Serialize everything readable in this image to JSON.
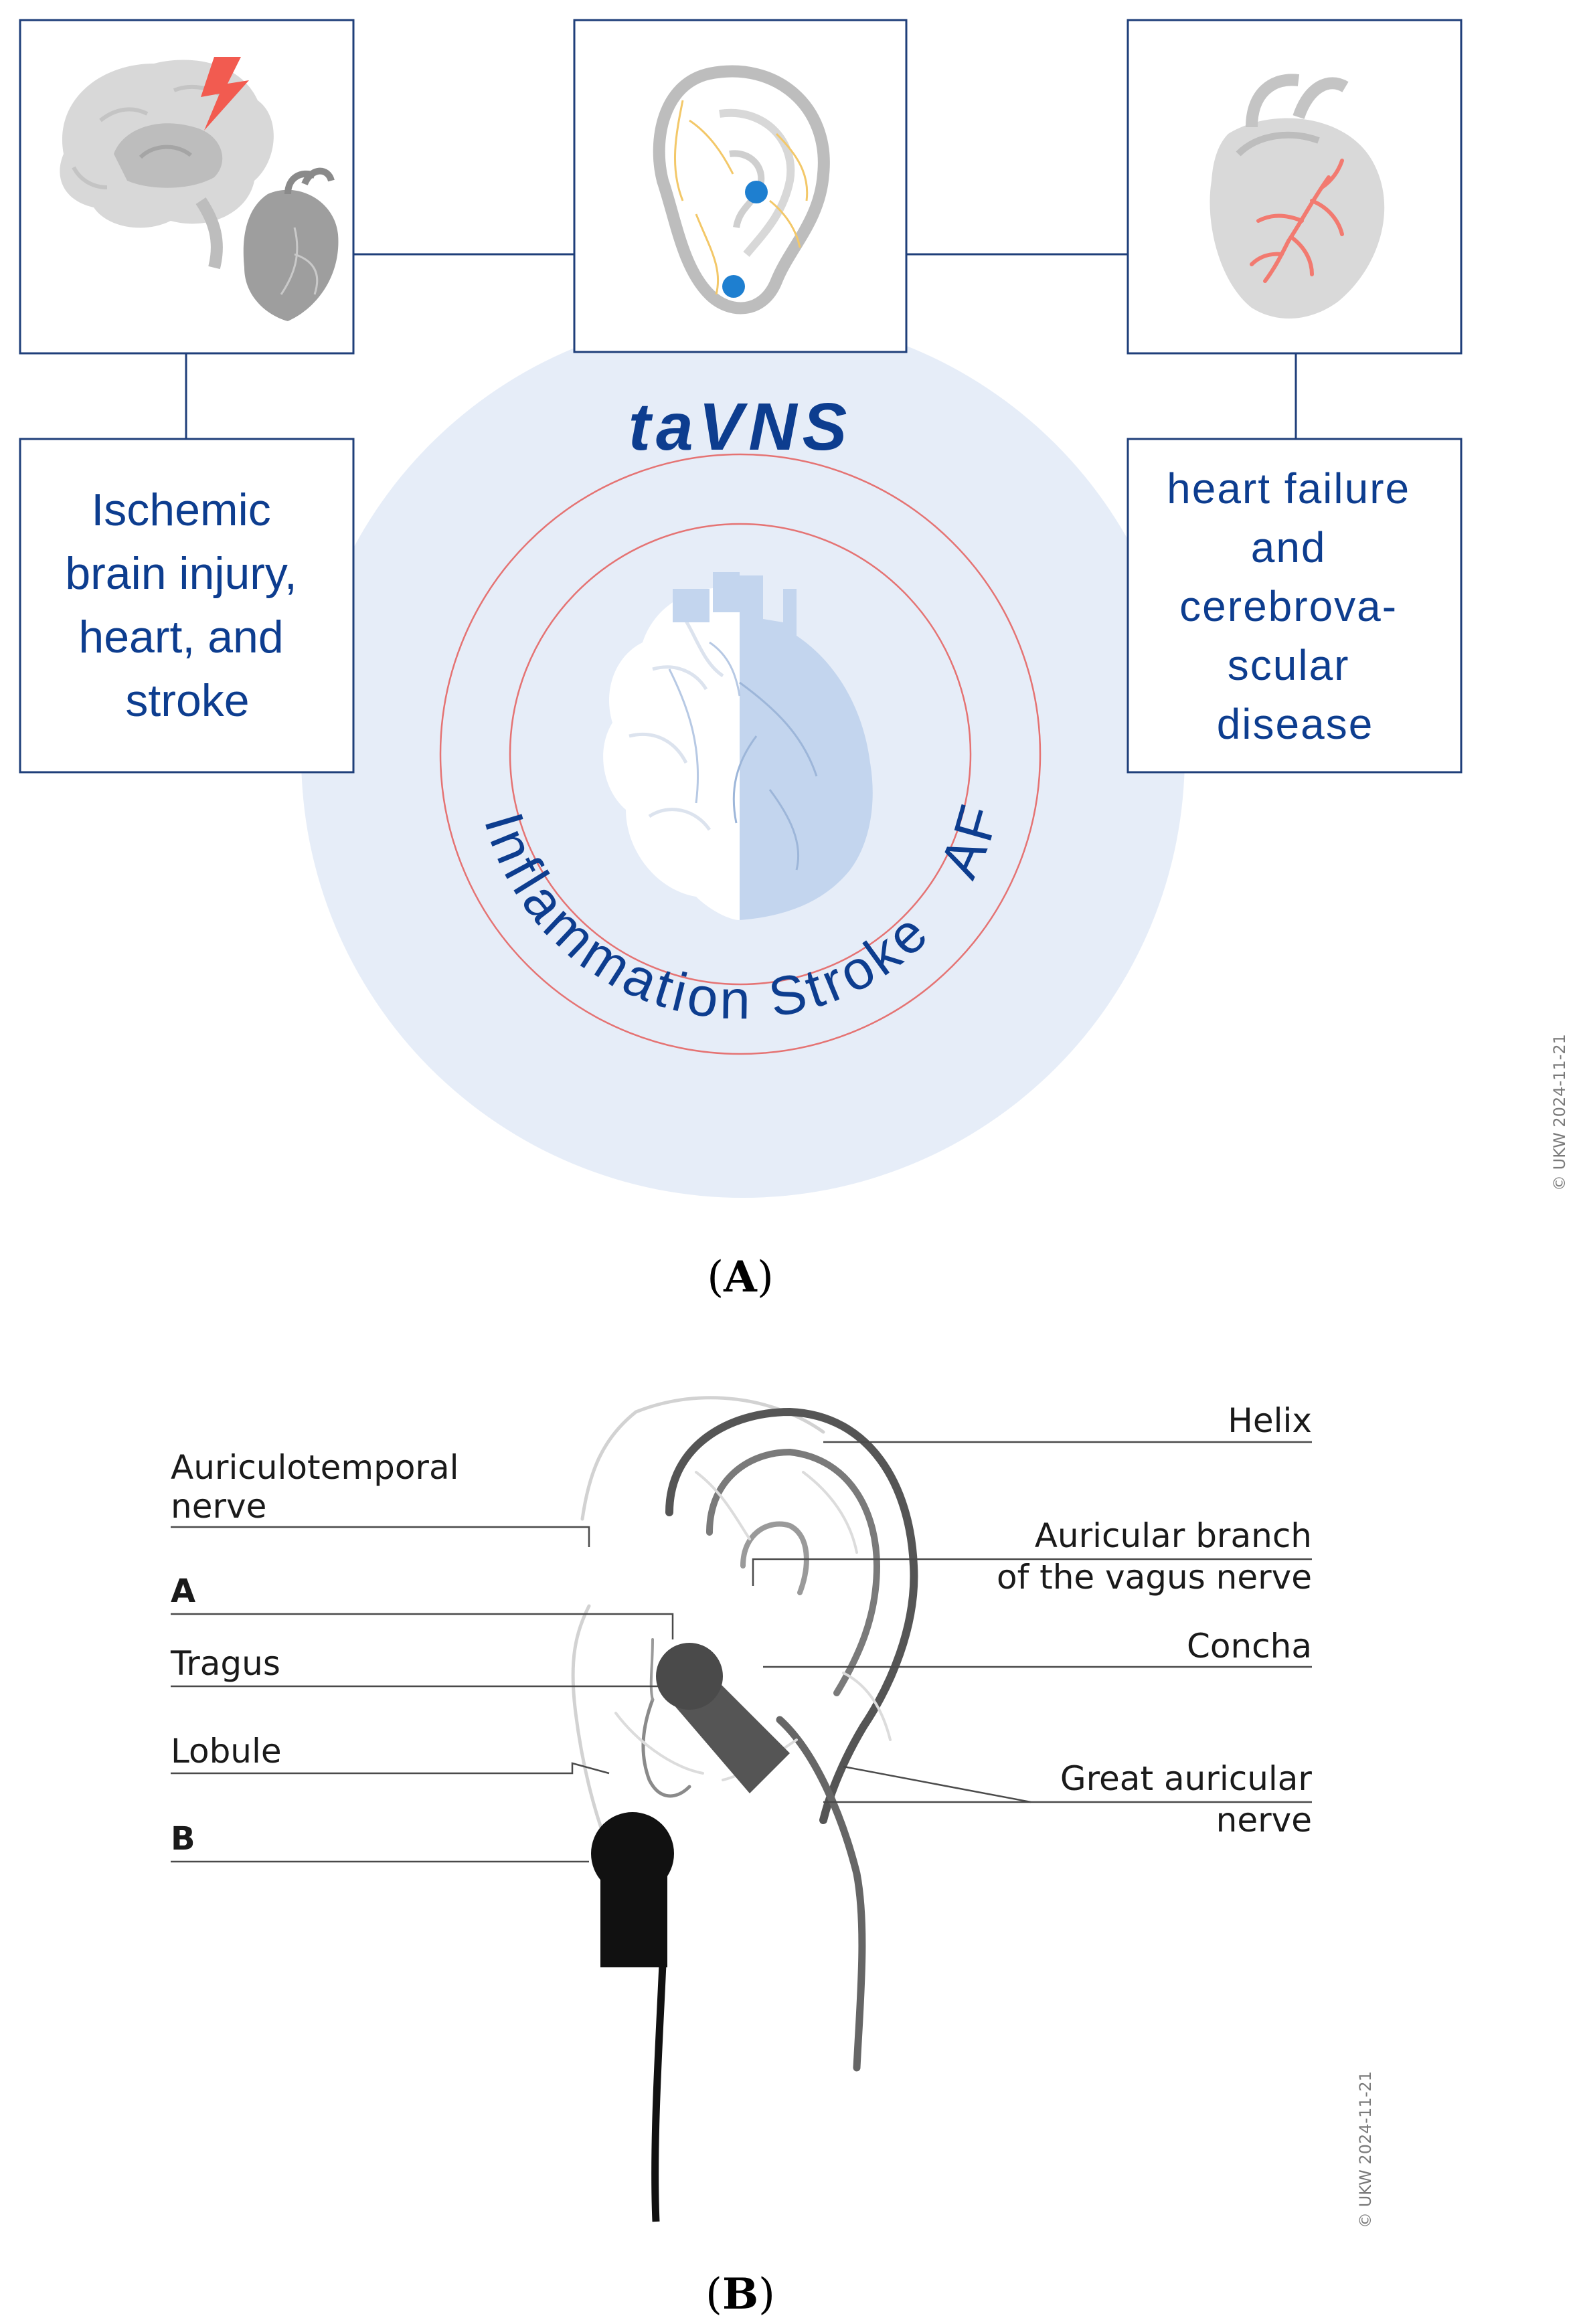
{
  "panel_a": {
    "center_title": "taVNS",
    "ring_labels": {
      "inflammation": "Inflammation",
      "stroke": "Stroke",
      "af": "AF"
    },
    "left_box_lines": [
      "Ischemic",
      "brain injury,",
      "heart, and",
      "stroke"
    ],
    "right_box_lines": [
      "heart failure",
      "and",
      "cerebrova-",
      "scular",
      "disease"
    ],
    "caption": "A",
    "copyright": "© UKW 2024-11-21",
    "colors": {
      "navy": "#0d3d8f",
      "circle_fill": "#e6edf8",
      "ring": "#e57373",
      "electrode": "#1e7fd0",
      "bolt": "#f25b50"
    }
  },
  "panel_b": {
    "labels_left": {
      "auriculotemporal_line1": "Auriculotemporal",
      "auriculotemporal_line2": "nerve",
      "a": "A",
      "tragus": "Tragus",
      "lobule": "Lobule",
      "b": "B"
    },
    "labels_right": {
      "helix": "Helix",
      "vagus_line1": "Auricular branch",
      "vagus_line2": "of the vagus nerve",
      "concha": "Concha",
      "great_line1": "Great auricular",
      "great_line2": "nerve"
    },
    "caption": "B",
    "copyright": "© UKW 2024-11-21"
  }
}
